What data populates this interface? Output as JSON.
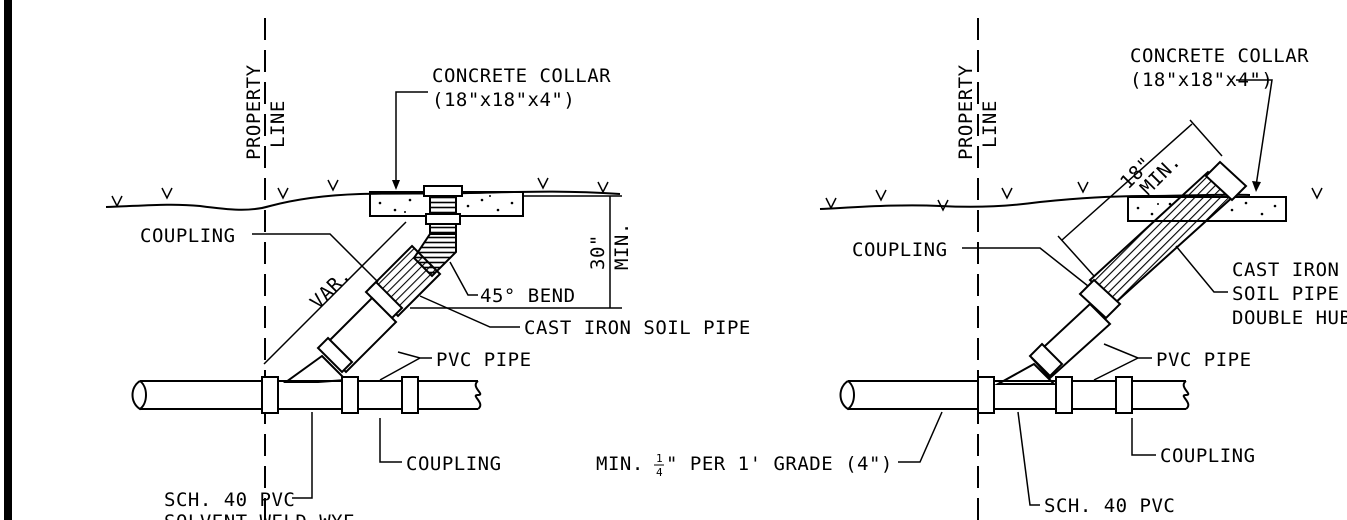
{
  "left_detail": {
    "property_line_label_1": "PROPERTY",
    "property_line_label_2": "LINE",
    "collar_label_1": "CONCRETE COLLAR",
    "collar_label_2": "(18\"x18\"x4\")",
    "coupling_label": "COUPLING",
    "var_label": "VAR.",
    "bend_label": "45° BEND",
    "depth_label_1": "30\"",
    "depth_label_2": "MIN.",
    "cast_iron_label": "CAST IRON SOIL PIPE",
    "pvc_pipe_label": "PVC PIPE",
    "bottom_coupling_label": "COUPLING",
    "sch40_label_1": "SCH. 40 PVC",
    "sch40_label_2": "SOLVENT WELD WYE"
  },
  "right_detail": {
    "property_line_label_1": "PROPERTY",
    "property_line_label_2": "LINE",
    "collar_label_1": "CONCRETE COLLAR",
    "collar_label_2": "(18\"x18\"x4\")",
    "length_label_1": "18\"",
    "length_label_2": "MIN.",
    "coupling_label": "COUPLING",
    "cast_iron_label_1": "CAST IRON",
    "cast_iron_label_2": "SOIL PIPE",
    "cast_iron_label_3": "DOUBLE HUB",
    "pvc_pipe_label": "PVC PIPE",
    "bottom_coupling_label": "COUPLING",
    "sch40_label": "SCH. 40 PVC",
    "grade_label_prefix": "MIN.",
    "grade_label_fraction_num": "1",
    "grade_label_fraction_den": "4",
    "grade_label_suffix": "\" PER 1' GRADE (4\")"
  }
}
